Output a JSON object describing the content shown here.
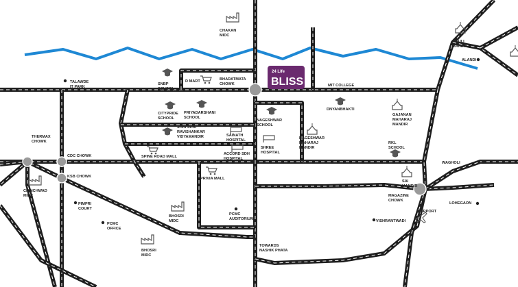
{
  "map": {
    "colors": {
      "road": "#1f1f1f",
      "road_dash": "#ffffff",
      "river": "#1e88d4",
      "brand": "#6a2a6e",
      "junction": "#9a9a9a",
      "icon": "#555555",
      "label": "#222222"
    },
    "logo": {
      "prefix": "24 Life",
      "name": "BLISS"
    },
    "landmarks": {
      "chakan_midc": "CHAKAN MIDC",
      "mauli_mandir": "MAULI MANDIR",
      "alandi": "ALANDI",
      "talawde": "TALAWDE IT PARK",
      "snbp_school": "SNBP SCHOOL",
      "d_mart": "D MART",
      "bharatmata_chowk": "BHARATMATA CHOWK",
      "mit_college": "MIT COLLEGE",
      "citypride_school": "CITYPRIDE SCHOOL",
      "priyadarshani_school": "PRIYADARSHANI SCHOOL",
      "nageshwar_school": "NAGESHWAR SCHOOL",
      "dnyanbhakti": "DNYANBHAKTI",
      "gajanan_mandir": "GAJANAN MAHARAJ MANDIR",
      "ravishankar": "SHRI SHRI RAVISHANKAR VIDYAMANDIR",
      "sainath_hospital": "SAINATH HOSPITAL",
      "shree_hospital": "SHREE HOSPITAL",
      "nageshwar_mandir": "NAGESHWAR MAHARAJ MANDIR",
      "rkl_school": "RKL SCHOOL",
      "thermax_chowk": "THERMAX CHOWK",
      "cdc_chowk": "CDC CHOWK",
      "spine_road_mall": "SPINE ROAD MALL",
      "accord_hospital": "ACCORD SDH HOSPITAL",
      "wagholi": "WAGHOLI",
      "chinchwad_midc": "CHINCHWAD MIDC",
      "ksb_chowk": "KSB CHOWK",
      "privia_mall": "PRIVIA MALL",
      "sai_mandir": "SAI MANDIR",
      "magazine_chowk": "MAGAZINE CHOWK",
      "lohegaon": "LOHEGAON",
      "pimpri_court": "PIMPRI COURT",
      "pcmc_office": "PCMC OFFICE",
      "bhosri_midc_1": "BHOSRI MIDC",
      "pcmc_auditorium": "PCMC AUDITORIUM",
      "airport": "AIRPORT",
      "vishrantwadi": "VISHRANTWADI",
      "bhosri_midc_2": "BHOSRI MIDC",
      "nashik_phata": "TOWARDS NASHIK PHATA"
    }
  }
}
